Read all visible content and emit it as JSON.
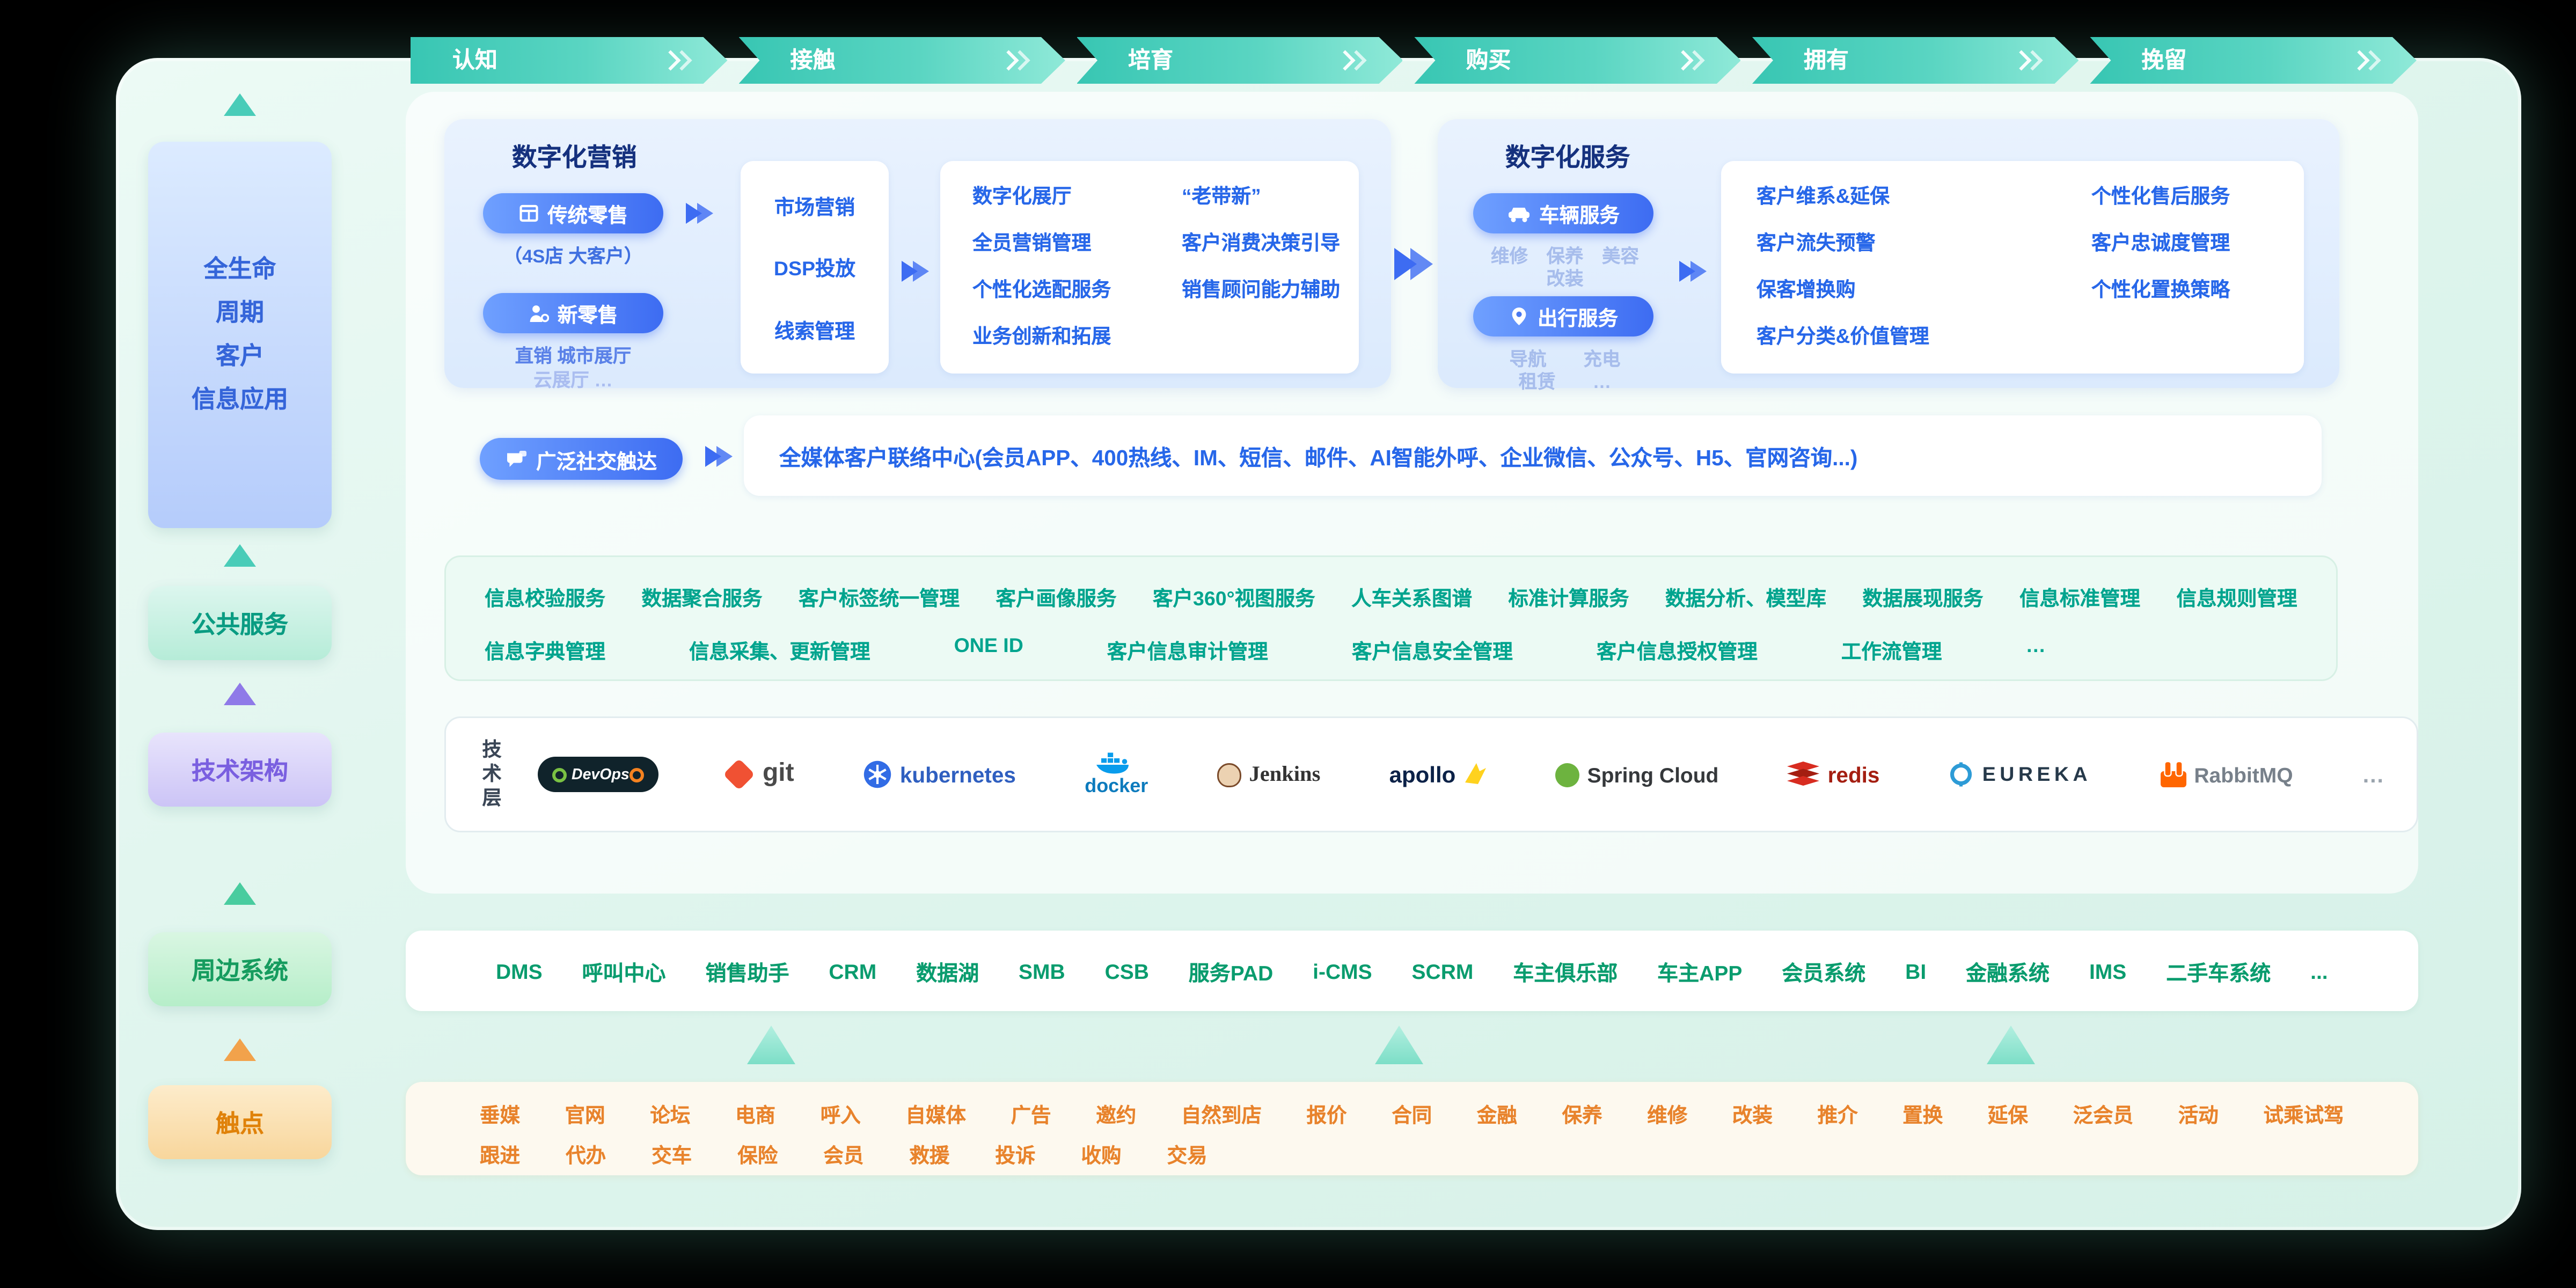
{
  "stages": [
    "认知",
    "接触",
    "培育",
    "购买",
    "拥有",
    "挽留"
  ],
  "sidebar": {
    "lifecycle_lines": [
      "全生命",
      "周期",
      "客户",
      "信息应用"
    ],
    "public_services": "公共服务",
    "tech_architecture": "技术架构",
    "peripheral_systems": "周边系统",
    "touchpoints": "触点"
  },
  "marketing": {
    "title": "数字化营销",
    "traditional": {
      "label": "传统零售",
      "sub": "（4S店  大客户）"
    },
    "new_retail": {
      "label": "新零售",
      "sub1": "直销  城市展厅",
      "sub2": "云展厅  …"
    },
    "middle_items": [
      "市场营销",
      "DSP投放",
      "线索管理"
    ],
    "right_col1": [
      "数字化展厅",
      "全员营销管理",
      "个性化选配服务",
      "业务创新和拓展"
    ],
    "right_col2": [
      "“老带新”",
      "客户消费决策引导",
      "销售顾问能力辅助"
    ]
  },
  "service": {
    "title": "数字化服务",
    "vehicle": {
      "label": "车辆服务",
      "sub1": "维修　保养　美容",
      "sub2": "改装"
    },
    "travel": {
      "label": "出行服务",
      "sub1": "导航　　充电",
      "sub2": "租赁　　…"
    },
    "right_col1": [
      "客户维系&延保",
      "客户流失预警",
      "保客增换购",
      "客户分类&价值管理"
    ],
    "right_col2": [
      "个性化售后服务",
      "客户忠诚度管理",
      "个性化置换策略"
    ]
  },
  "social": {
    "button": "广泛社交触达",
    "text": "全媒体客户联络中心(会员APP、400热线、IM、短信、邮件、AI智能外呼、企业微信、公众号、H5、官网咨询...)"
  },
  "public_row": {
    "row1": [
      "信息校验服务",
      "数据聚合服务",
      "客户标签统一管理",
      "客户画像服务",
      "客户360°视图服务",
      "人车关系图谱",
      "标准计算服务",
      "数据分析、模型库",
      "数据展现服务",
      "信息标准管理",
      "信息规则管理"
    ],
    "row2": [
      "信息字典管理",
      "信息采集、更新管理",
      "ONE ID",
      "客户信息审计管理",
      "客户信息安全管理",
      "客户信息授权管理",
      "工作流管理",
      "…"
    ]
  },
  "tech_layer": {
    "label": "技术层",
    "logos": [
      "DevOps",
      "git",
      "kubernetes",
      "docker",
      "Jenkins",
      "apollo",
      "Spring Cloud",
      "redis",
      "EUREKA",
      "RabbitMQ",
      "…"
    ]
  },
  "peripheral_row": [
    "DMS",
    "呼叫中心",
    "销售助手",
    "CRM",
    "数据湖",
    "SMB",
    "CSB",
    "服务PAD",
    "i-CMS",
    "SCRM",
    "车主俱乐部",
    "车主APP",
    "会员系统",
    "BI",
    "金融系统",
    "IMS",
    "二手车系统",
    "..."
  ],
  "touchpoint_row1": [
    "垂媒",
    "官网",
    "论坛",
    "电商",
    "呼入",
    "自媒体",
    "广告",
    "邀约",
    "自然到店",
    "报价",
    "合同",
    "金融",
    "保养",
    "维修",
    "改装",
    "推介",
    "置换",
    "延保",
    "泛会员",
    "活动",
    "试乘试驾"
  ],
  "touchpoint_row2": [
    "跟进",
    "代办",
    "交车",
    "保险",
    "会员",
    "救援",
    "投诉",
    "收购",
    "交易"
  ],
  "colors": {
    "stage_teal": "#38c6b3",
    "accent_blue": "#3d6cf2",
    "service_teal": "#00a48e",
    "peripheral_green": "#0a9c6e",
    "touchpoint_orange": "#e8832c"
  }
}
